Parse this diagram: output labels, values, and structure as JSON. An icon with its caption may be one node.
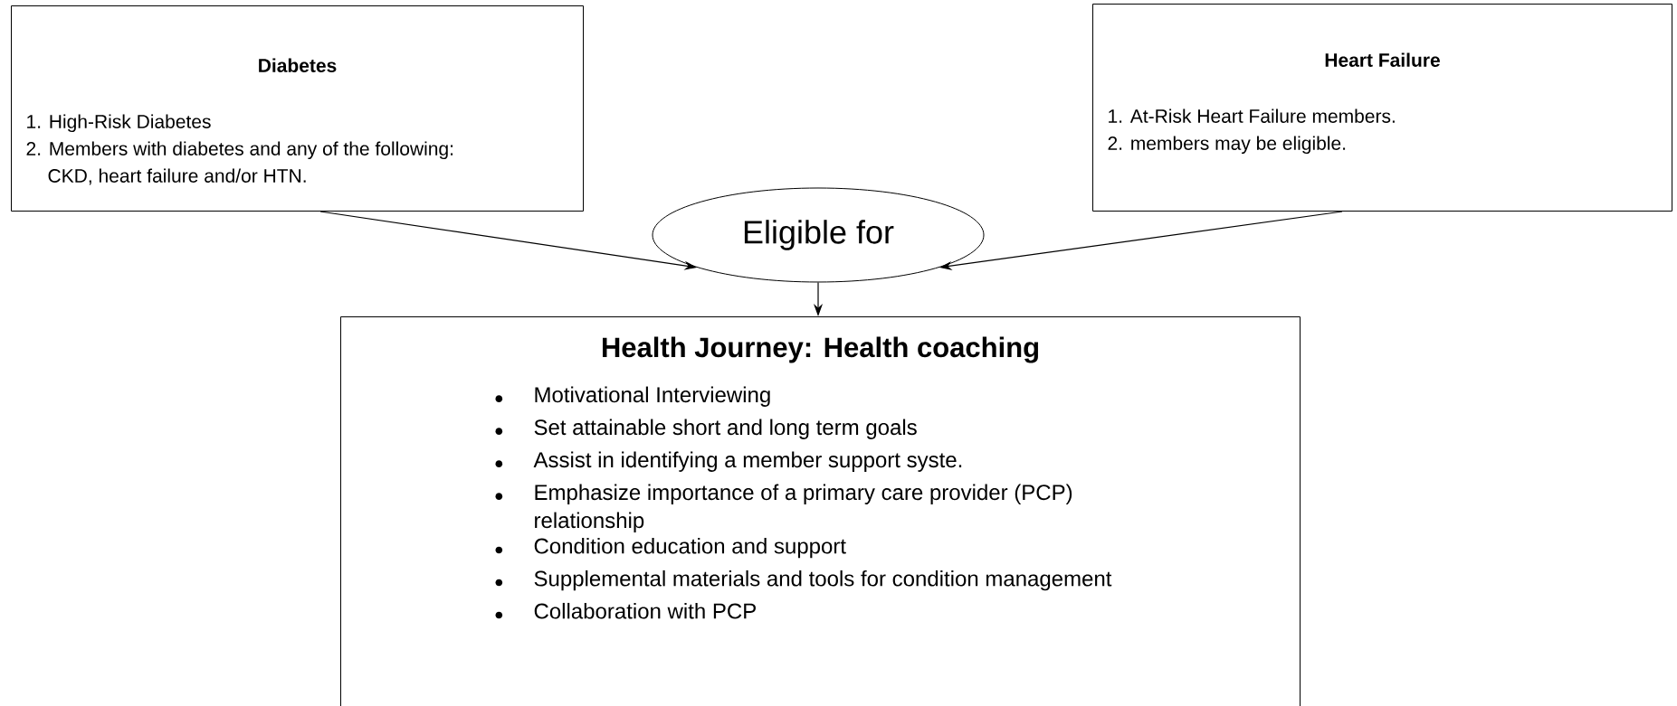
{
  "diagram": {
    "nodes": [
      {
        "text": [
          "Diabetes",
          "1. High-Risk Diabetes",
          "2. Members with diabetes and any of the following: CKD, heart failure and/or HTN."
        ]
      },
      {
        "text": [
          "Heart Failure",
          "1. At-Risk Heart Failure members.",
          "2. members may be eligible."
        ]
      },
      {
        "text": [
          "Eligible for"
        ]
      },
      {
        "text": [
          "Health Journey: Health coaching",
          "Motivational Interviewing",
          "Set attainable short and long term goals",
          "Assist in identifying a member support syste.",
          "Emphasize importance of a primary care provider (PCP) relationship",
          "Condition education and support",
          "Supplemental materials and tools for condition management",
          "Collaboration with PCP"
        ]
      }
    ],
    "edges": [
      {
        "from": 0,
        "to": 2,
        "arrow": "to"
      },
      {
        "from": 1,
        "to": 2,
        "arrow": "to"
      },
      {
        "from": 2,
        "to": 3,
        "arrow": "to"
      }
    ]
  }
}
